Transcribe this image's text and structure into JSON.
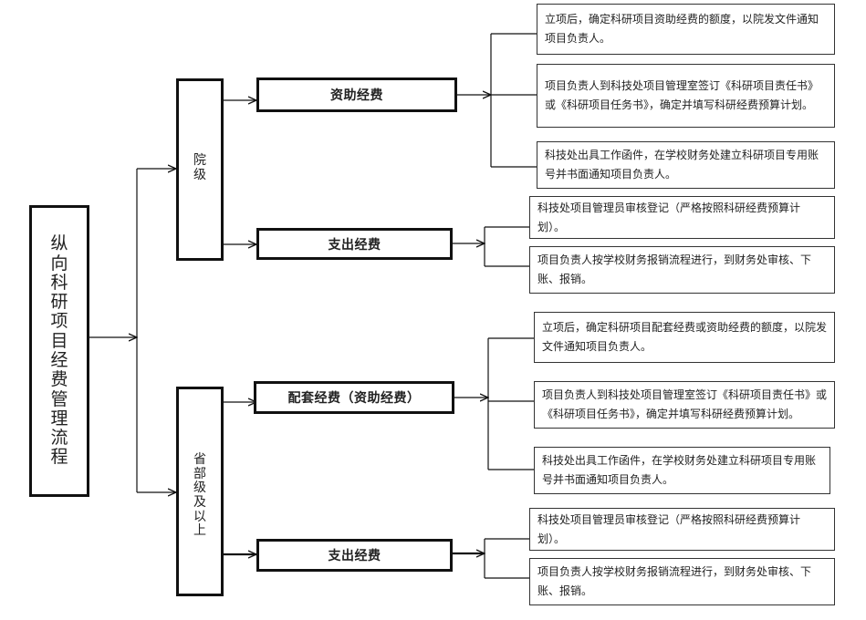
{
  "root": {
    "label": "纵向科研项目经费管理流程"
  },
  "levels": [
    {
      "label": "院级",
      "branches": [
        {
          "label": "资助经费",
          "steps": [
            "立项后，确定科研项目资助经费的额度，以院发文件通知项目负责人。",
            "项目负责人到科技处项目管理室签订《科研项目责任书》或《科研项目任务书》，确定并填写科研经费预算计划。",
            "科技处出具工作函件，在学校财务处建立科研项目专用账号并书面通知项目负责人。"
          ]
        },
        {
          "label": "支出经费",
          "steps": [
            "科技处项目管理员审核登记（严格按照科研经费预算计划）。",
            "项目负责人按学校财务报销流程进行，到财务处审核、下账、报销。"
          ]
        }
      ]
    },
    {
      "label": "省部级及以上",
      "branches": [
        {
          "label": "配套经费（资助经费）",
          "steps": [
            "立项后，确定科研项目配套经费或资助经费的额度，以院发文件通知项目负责人。",
            "项目负责人到科技处项目管理室签订《科研项目责任书》或《科研项目任务书》，确定并填写科研经费预算计划。",
            "科技处出具工作函件，在学校财务处建立科研项目专用账号并书面通知项目负责人。"
          ]
        },
        {
          "label": "支出经费",
          "steps": [
            "科技处项目管理员审核登记（严格按照科研经费预算计划）。",
            "项目负责人按学校财务报销流程进行，到财务处审核、下账、报销。"
          ]
        }
      ]
    }
  ]
}
